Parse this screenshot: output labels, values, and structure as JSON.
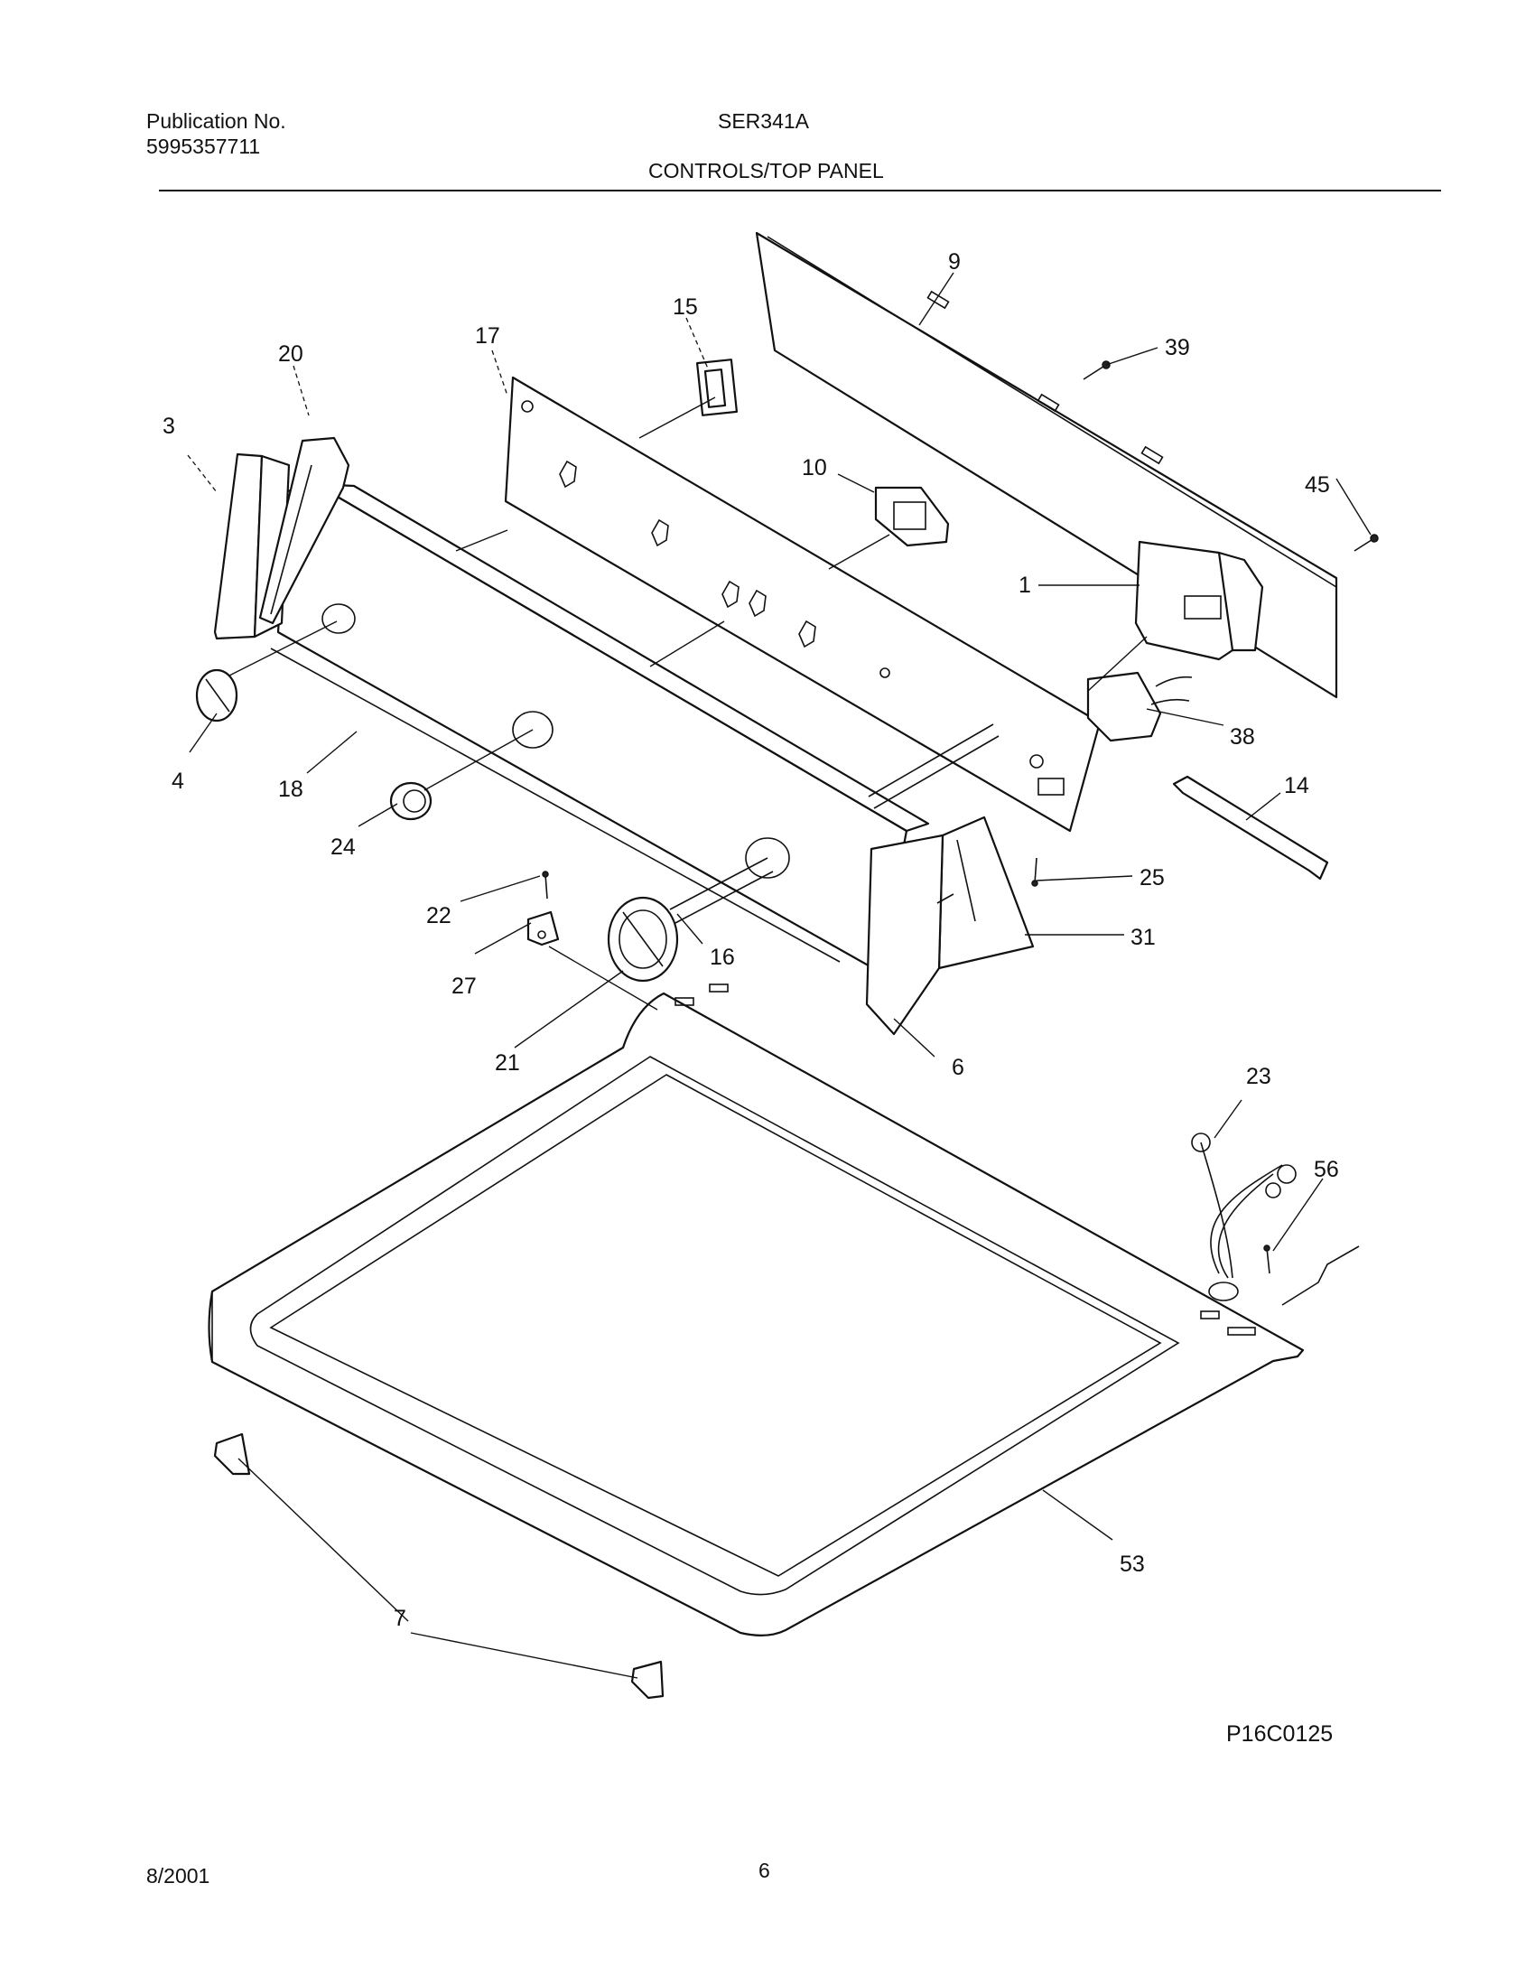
{
  "header": {
    "publication_label": "Publication No.",
    "publication_number": "5995357711",
    "model": "SER341A",
    "section_title": "CONTROLS/TOP PANEL"
  },
  "diagram": {
    "drawing_code": "P16C0125",
    "callouts": {
      "c1": "1",
      "c3": "3",
      "c4": "4",
      "c6": "6",
      "c7": "7",
      "c9": "9",
      "c10": "10",
      "c14": "14",
      "c15": "15",
      "c16": "16",
      "c17": "17",
      "c18": "18",
      "c20": "20",
      "c21": "21",
      "c22": "22",
      "c23": "23",
      "c24": "24",
      "c25": "25",
      "c27": "27",
      "c31": "31",
      "c38": "38",
      "c39": "39",
      "c45": "45",
      "c53": "53",
      "c56": "56"
    }
  },
  "footer": {
    "date": "8/2001",
    "page_number": "6"
  }
}
